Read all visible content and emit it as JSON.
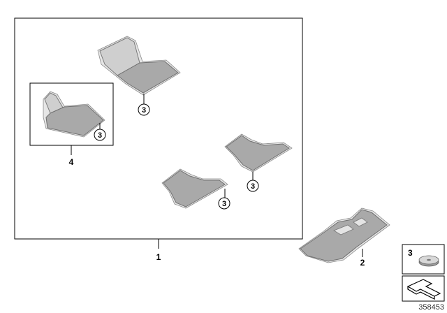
{
  "labels": {
    "assembly_1": "1",
    "kit_4": "4",
    "rear_mat_2": "2",
    "legend_3": "3"
  },
  "callouts": {
    "front_left": "3",
    "kit_mat": "3",
    "rear_right": "3",
    "rear_left": "3"
  },
  "reference_number": "358453",
  "icons": {
    "fastener": "round-clip-icon",
    "arrow": "direction-arrow-icon"
  }
}
